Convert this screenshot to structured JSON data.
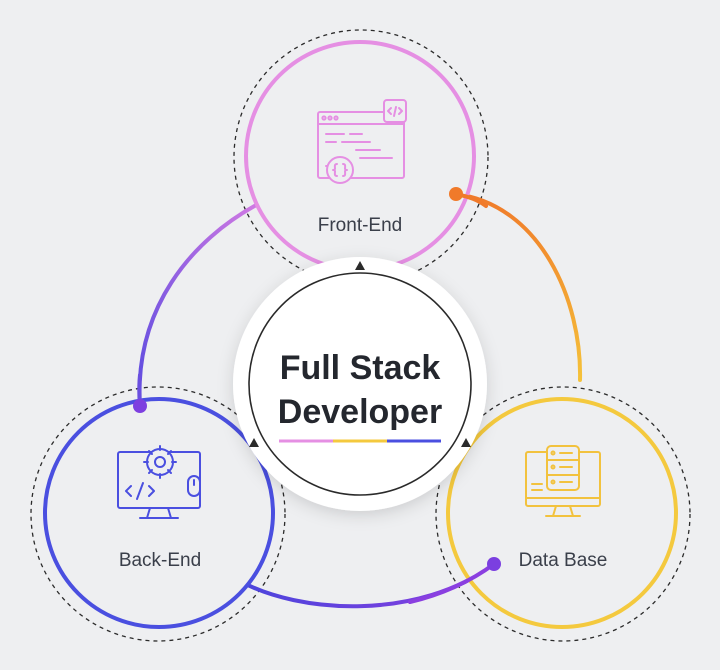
{
  "title": {
    "line1": "Full Stack",
    "line2": "Developer"
  },
  "nodes": {
    "frontend": {
      "label": "Front-End",
      "icon": "code-editor-window-icon",
      "color": "#e58fe3"
    },
    "backend": {
      "label": "Back-End",
      "icon": "monitor-gear-code-icon",
      "color": "#4a4fe0"
    },
    "database": {
      "label": "Data Base",
      "icon": "monitor-database-icon",
      "color": "#f4c93e"
    }
  },
  "connectors": {
    "frontend_to_database": {
      "color_from": "#f07a2a",
      "color_to": "#f5c23a"
    },
    "frontend_to_backend": {
      "color_from": "#c169e0",
      "color_to": "#6a4fe0"
    },
    "backend_to_database": {
      "color_from": "#4d3fd8",
      "color_to": "#8a3fe0"
    }
  },
  "title_underline": [
    "#e58fe3",
    "#f4c93e",
    "#4a4fe0"
  ]
}
